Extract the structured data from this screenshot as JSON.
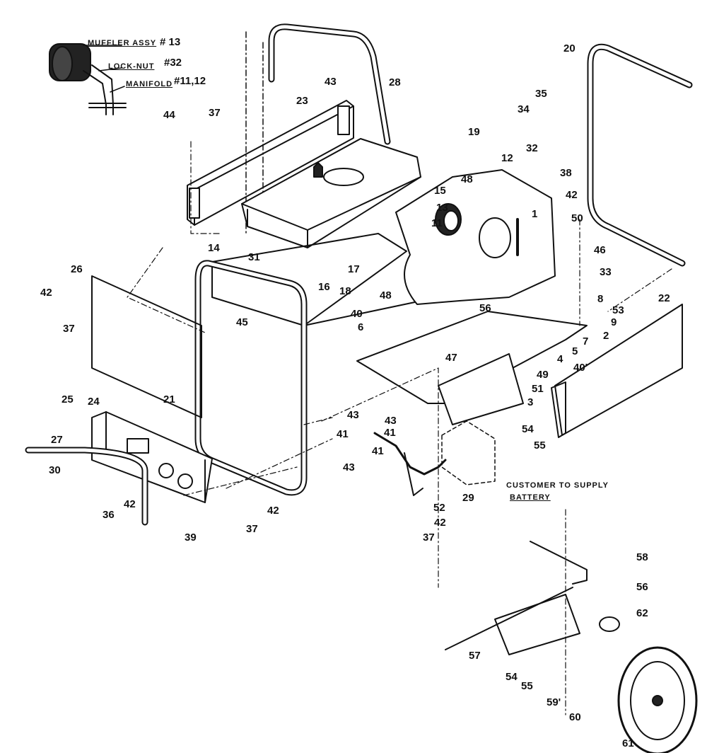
{
  "callout": {
    "muffler_text": "MUFFLER ASSY",
    "muffler_num": "# 13",
    "locknut_text": "LOCK-NUT",
    "locknut_num": "#32",
    "manifold_text": "MANIFOLD",
    "manifold_num": "#11,12"
  },
  "note": {
    "line1": "CUSTOMER TO SUPPLY",
    "line2": "BATTERY"
  },
  "labels": {
    "p1": "1",
    "p2": "2",
    "p3": "3",
    "p4": "4",
    "p5": "5",
    "p6": "6",
    "p7": "7",
    "p8": "8",
    "p9": "9",
    "p11": "11",
    "p12": "12",
    "p13": "13",
    "p14": "14",
    "p15": "15",
    "p16": "16",
    "p17": "17",
    "p18": "18",
    "p19": "19",
    "p20": "20",
    "p21": "21",
    "p22": "22",
    "p23": "23",
    "p24": "24",
    "p25": "25",
    "p26": "26",
    "p27": "27",
    "p28": "28",
    "p29": "29",
    "p30": "30",
    "p31": "31",
    "p32": "32",
    "p33": "33",
    "p34": "34",
    "p35": "35",
    "p36": "36",
    "p37a": "37",
    "p37b": "37",
    "p37c": "37",
    "p37d": "37",
    "p38": "38",
    "p39": "39",
    "p40a": "40",
    "p40b": "40'",
    "p41a": "41",
    "p41b": "41",
    "p41c": "41",
    "p42a": "42",
    "p42b": "42",
    "p42c": "42",
    "p42d": "42",
    "p42e": "42",
    "p43a": "43",
    "p43b": "43",
    "p43c": "43",
    "p43d": "43",
    "p44": "44",
    "p45": "45",
    "p46": "46",
    "p47": "47",
    "p48a": "48",
    "p48b": "48",
    "p49": "49",
    "p50": "50",
    "p51": "51",
    "p52": "52",
    "p53": "53",
    "p54a": "54",
    "p54b": "54",
    "p55a": "55",
    "p55b": "55",
    "p56a": "56",
    "p56b": "56",
    "p57": "57",
    "p58": "58",
    "p59": "59'",
    "p60": "60",
    "p61": "61",
    "p62": "62"
  }
}
